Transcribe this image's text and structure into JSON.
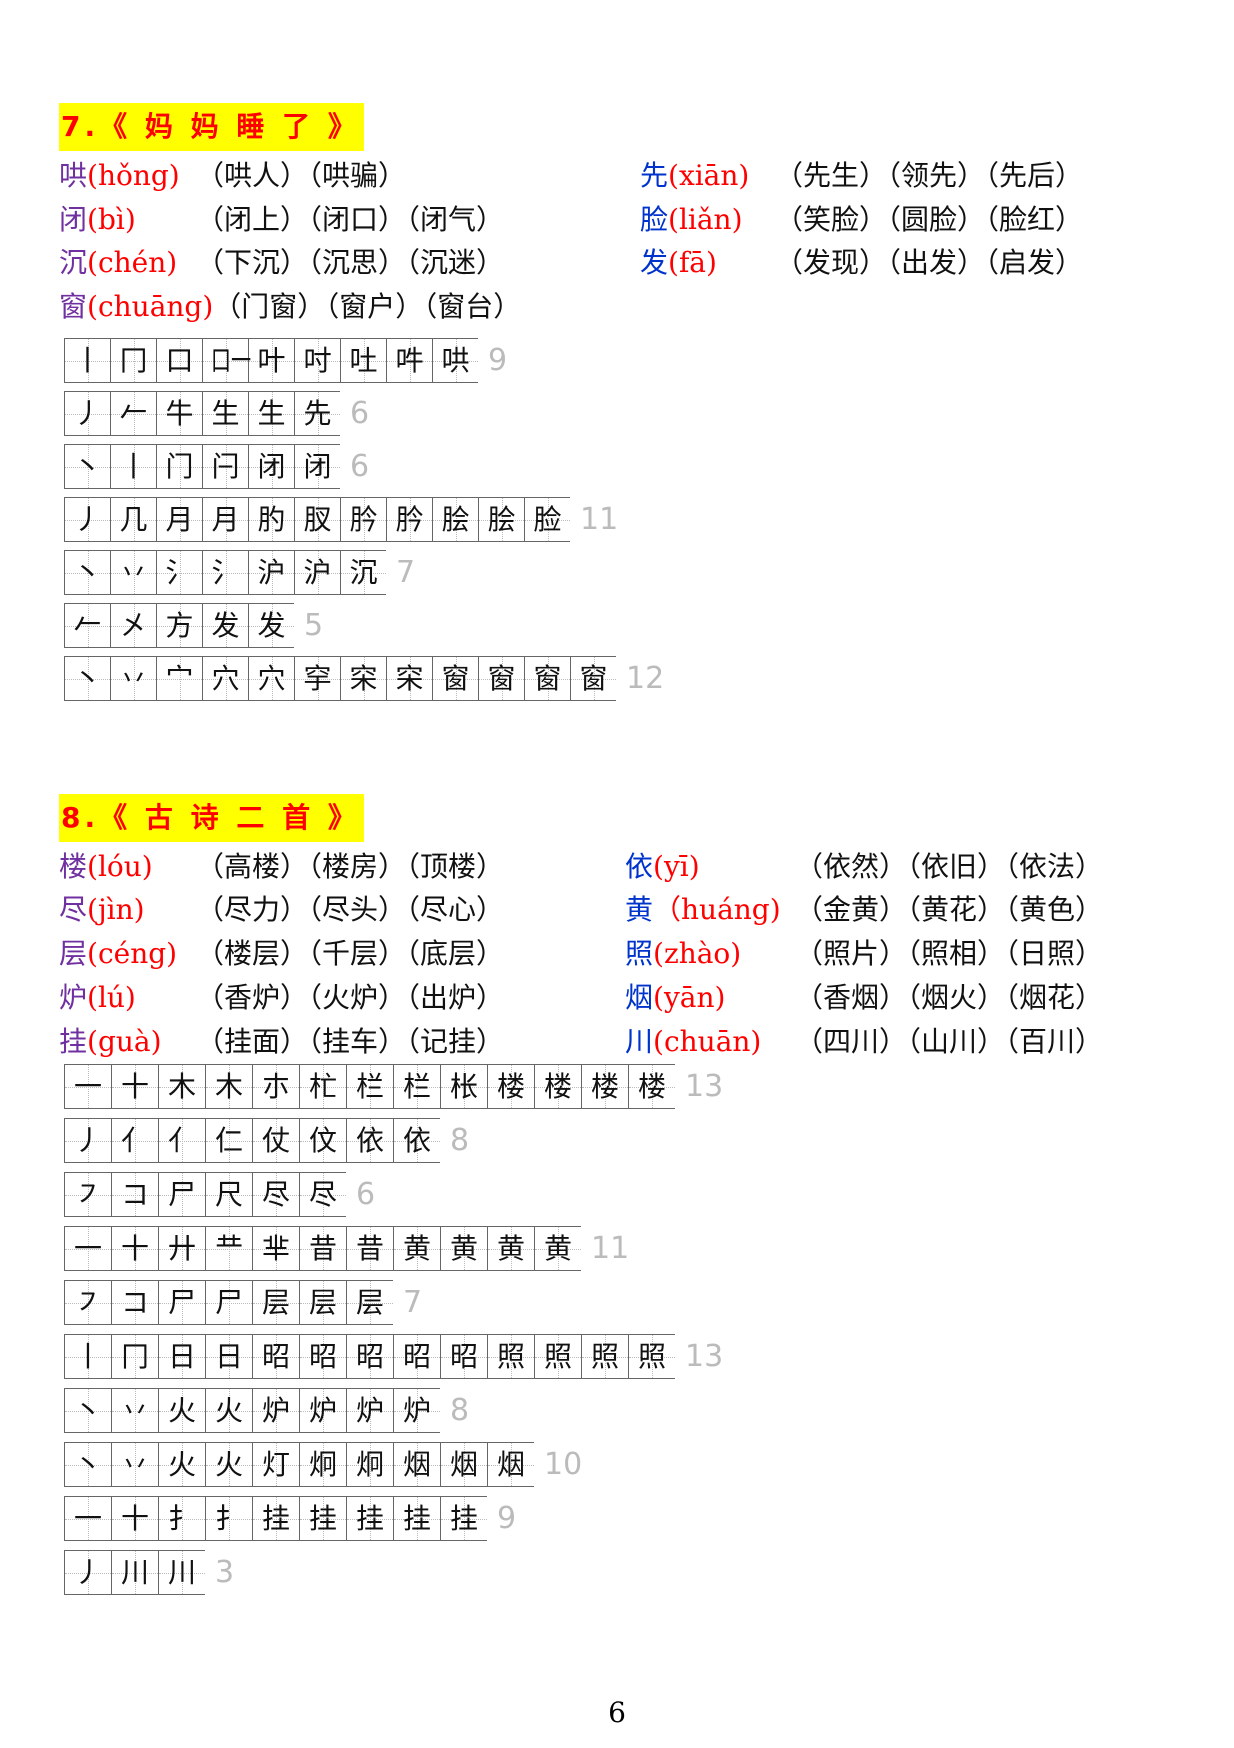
{
  "sections": [
    {
      "title": "7.《 妈 妈 睡 了 》",
      "left_entries": [
        {
          "char": "哄",
          "pinyin": "(hǒng)",
          "words": "（哄人）（哄骗）"
        },
        {
          "char": "闭",
          "pinyin": "(bì)",
          "words": "（闭上）（闭口）（闭气）"
        },
        {
          "char": "沉",
          "pinyin": "(chén)",
          "words": "（下沉）（沉思）（沉迷）"
        },
        {
          "char": "窗",
          "pinyin": "(chuāng)",
          "words": "（门窗）（窗户）（窗台）"
        }
      ],
      "right_entries": [
        {
          "char": "先",
          "pinyin": "(xiān)",
          "words": "（先生）（领先）（先后）"
        },
        {
          "char": "脸",
          "pinyin": "(liǎn)",
          "words": "（笑脸）（圆脸）（脸红）"
        },
        {
          "char": "发",
          "pinyin": "(fā)",
          "words": "（发现）（出发）（启发）"
        }
      ],
      "stroke_rows": [
        {
          "strokes": [
            "丨",
            "冂",
            "口",
            "口一",
            "叶",
            "吋",
            "吐",
            "吽",
            "哄"
          ],
          "count": "9"
        },
        {
          "strokes": [
            "丿",
            "𠂉",
            "牛",
            "生",
            "生",
            "先"
          ],
          "count": "6"
        },
        {
          "strokes": [
            "丶",
            "丨",
            "门",
            "闩",
            "闭",
            "闭"
          ],
          "count": "6"
        },
        {
          "strokes": [
            "丿",
            "几",
            "月",
            "月",
            "肑",
            "肞",
            "肣",
            "肣",
            "脍",
            "脍",
            "脸"
          ],
          "count": "11"
        },
        {
          "strokes": [
            "丶",
            "丷",
            "氵",
            "氵",
            "沪",
            "沪",
            "沉"
          ],
          "count": "7"
        },
        {
          "strokes": [
            "𠂉",
            "㐅",
            "方",
            "发",
            "发"
          ],
          "count": "5"
        },
        {
          "strokes": [
            "丶",
            "丷",
            "宀",
            "穴",
            "穴",
            "穻",
            "穼",
            "穼",
            "窗",
            "窗",
            "窗",
            "窗"
          ],
          "count": "12"
        }
      ]
    },
    {
      "title": "8.《 古 诗 二 首 》",
      "left_entries": [
        {
          "char": "楼",
          "pinyin": "(lóu)",
          "words": "（高楼）（楼房）（顶楼）"
        },
        {
          "char": "尽",
          "pinyin": "(jìn)",
          "words": "（尽力）（尽头）（尽心）"
        },
        {
          "char": "层",
          "pinyin": "(céng)",
          "words": "（楼层）（千层）（底层）"
        },
        {
          "char": "炉",
          "pinyin": "(lú)",
          "words": "（香炉）（火炉）（出炉）"
        },
        {
          "char": "挂",
          "pinyin": "(guà)",
          "words": "（挂面）（挂车）（记挂）"
        }
      ],
      "right_entries": [
        {
          "char": "依",
          "pinyin": "(yī)",
          "words": "（依然）（依旧）（依法）"
        },
        {
          "char": "黄",
          "pinyin": "（huáng)",
          "words": "（金黄）（黄花）（黄色）"
        },
        {
          "char": "照",
          "pinyin": "(zhào)",
          "words": "（照片）（照相）（日照）"
        },
        {
          "char": "烟",
          "pinyin": "(yān)",
          "words": "（香烟）（烟火）（烟花）"
        },
        {
          "char": "川",
          "pinyin": "(chuān)",
          "words": "（四川）（山川）（百川）"
        }
      ],
      "stroke_rows": [
        {
          "strokes": [
            "一",
            "十",
            "木",
            "木",
            "朩",
            "杧",
            "栏",
            "栏",
            "枨",
            "楼",
            "楼",
            "楼",
            "楼"
          ],
          "count": "13"
        },
        {
          "strokes": [
            "丿",
            "亻",
            "亻",
            "仁",
            "仗",
            "伩",
            "依",
            "依"
          ],
          "count": "8"
        },
        {
          "strokes": [
            "㇇",
            "コ",
            "尸",
            "尺",
            "尽",
            "尽"
          ],
          "count": "6"
        },
        {
          "strokes": [
            "一",
            "十",
            "廾",
            "龷",
            "芈",
            "昔",
            "昔",
            "黄",
            "黄",
            "黄",
            "黄"
          ],
          "count": "11"
        },
        {
          "strokes": [
            "㇇",
            "コ",
            "尸",
            "尸",
            "层",
            "层",
            "层"
          ],
          "count": "7"
        },
        {
          "strokes": [
            "丨",
            "冂",
            "日",
            "日",
            "昭",
            "昭",
            "昭",
            "昭",
            "昭",
            "照",
            "照",
            "照",
            "照"
          ],
          "count": "13"
        },
        {
          "strokes": [
            "丶",
            "丷",
            "火",
            "火",
            "炉",
            "炉",
            "炉",
            "炉"
          ],
          "count": "8"
        },
        {
          "strokes": [
            "丶",
            "丷",
            "火",
            "火",
            "灯",
            "炯",
            "炯",
            "烟",
            "烟",
            "烟"
          ],
          "count": "10"
        },
        {
          "strokes": [
            "一",
            "十",
            "扌",
            "扌",
            "挂",
            "挂",
            "挂",
            "挂",
            "挂"
          ],
          "count": "9"
        },
        {
          "strokes": [
            "丿",
            "川",
            "川"
          ],
          "count": "3"
        }
      ]
    }
  ],
  "colors": {
    "left_char": "#7030a0",
    "right_char": "#0033cc",
    "pinyin": "#ff0000",
    "title_bg": "#ffff00",
    "title_text": "#ff0000",
    "stroke_count": "#bbbbbb"
  },
  "page_number": "6"
}
